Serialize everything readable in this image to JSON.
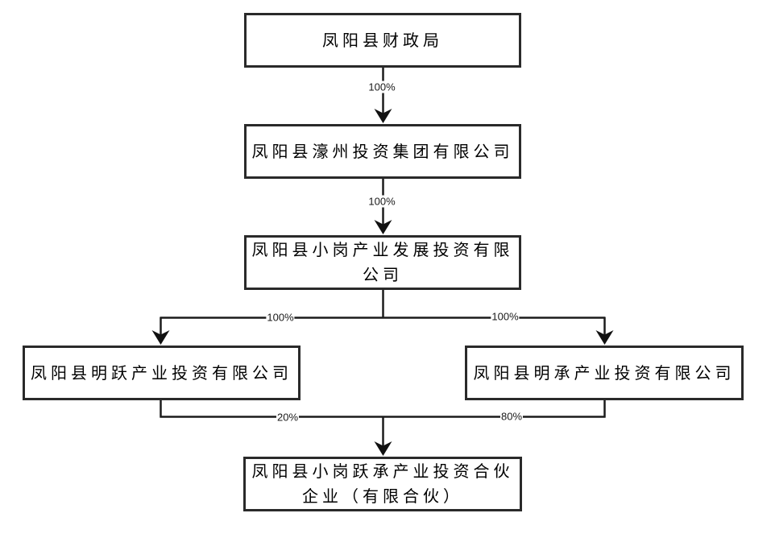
{
  "diagram": {
    "type": "equity-structure-flowchart",
    "colors": {
      "line": "#1c1c1c",
      "box_border": "#2a2a2a",
      "box_background": "#ffffff",
      "text": "#000000",
      "background": "#ffffff"
    },
    "nodes": [
      {
        "id": "finance-bureau",
        "label": "凤阳县财政局",
        "lines": [
          "凤阳县财政局"
        ]
      },
      {
        "id": "haozhou-group",
        "label": "凤阳县濠州投资集团有限公司",
        "lines": [
          "凤阳县濠州投资集团有限公司"
        ]
      },
      {
        "id": "xiaogang-dev",
        "label": "凤阳县小岗产业发展投资有限公司",
        "lines": [
          "凤阳县小岗产业发展投资有限",
          "公司"
        ]
      },
      {
        "id": "mingyue",
        "label": "凤阳县明跃产业投资有限公司",
        "lines": [
          "凤阳县明跃产业投资有限公司"
        ]
      },
      {
        "id": "mingcheng",
        "label": "凤阳县明承产业投资有限公司",
        "lines": [
          "凤阳县明承产业投资有限公司"
        ]
      },
      {
        "id": "partnership",
        "label": "凤阳县小岗跃承产业投资合伙企业（有限合伙）",
        "lines": [
          "凤阳县小岗跃承产业投资合伙",
          "企业（有限合伙）"
        ]
      }
    ],
    "edge_labels": [
      {
        "id": "bureau-to-haozhou",
        "text": "100%"
      },
      {
        "id": "haozhou-to-xiaogang",
        "text": "100%"
      },
      {
        "id": "xiaogang-to-mingyue",
        "text": "100%"
      },
      {
        "id": "xiaogang-to-mingcheng",
        "text": "100%"
      },
      {
        "id": "mingyue-to-partnership",
        "text": "20%"
      },
      {
        "id": "mingcheng-to-partnership",
        "text": "80%"
      }
    ]
  }
}
